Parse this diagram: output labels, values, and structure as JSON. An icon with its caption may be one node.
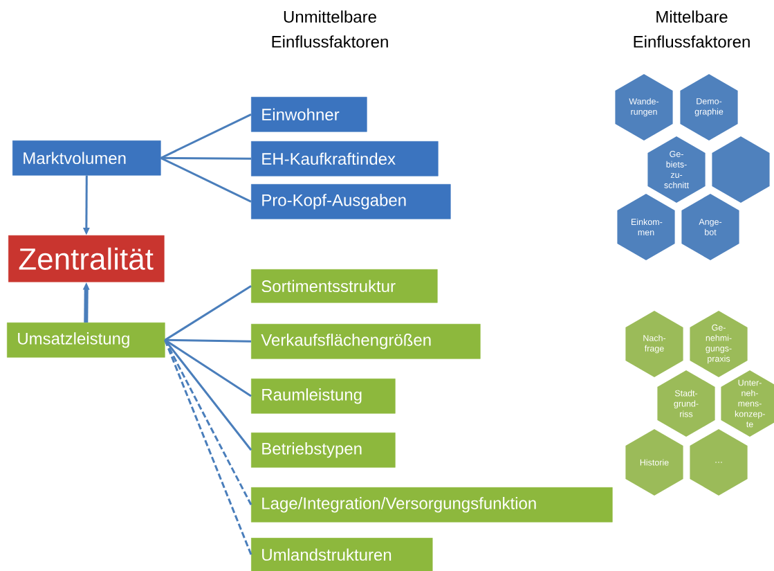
{
  "diagram": {
    "nodes": [
      {
        "text": [
          "Marktvolumen"
        ]
      },
      {
        "text": [
          "Einwohner"
        ]
      },
      {
        "text": [
          "EH-Kaufkraftindex"
        ]
      },
      {
        "text": [
          "Pro-Kopf-Ausgaben"
        ]
      },
      {
        "text": [
          "Zentralität"
        ]
      },
      {
        "text": [
          "Umsatzleistung"
        ]
      },
      {
        "text": [
          "Sortimentsstruktur"
        ]
      },
      {
        "text": [
          "Verkaufsflächengrößen"
        ]
      },
      {
        "text": [
          "Raumleistung"
        ]
      },
      {
        "text": [
          "Betriebstypen"
        ]
      },
      {
        "text": [
          "Lage/Integration/Versorgungsfunktion"
        ]
      },
      {
        "text": [
          "Umlandstrukturen"
        ]
      },
      {
        "text": [
          "Wande- rungen"
        ]
      },
      {
        "text": [
          "Demo- graphie"
        ]
      },
      {
        "text": [
          "Ge- biets- zu- schnitt"
        ]
      },
      {
        "text": [],
        "shape": "hexagon"
      },
      {
        "text": [
          "Einkom- men"
        ]
      },
      {
        "text": [
          "Ange- bot"
        ]
      },
      {
        "text": [
          "Nach- frage"
        ]
      },
      {
        "text": [
          "Ge- nehmi- gungs- praxis"
        ]
      },
      {
        "text": [
          "Stadt- grund- riss"
        ]
      },
      {
        "text": [
          "Unter- neh- mens- konzep- te"
        ]
      },
      {
        "text": [
          "Historie"
        ]
      },
      {
        "text": [
          "…"
        ]
      }
    ],
    "edges": [
      {
        "from": 0,
        "to": 1,
        "arrow": "none"
      },
      {
        "from": 0,
        "to": 2,
        "arrow": "none"
      },
      {
        "from": 0,
        "to": 3,
        "arrow": "none"
      },
      {
        "from": 0,
        "to": 4,
        "arrow": "to"
      },
      {
        "from": 5,
        "to": 4,
        "arrow": "to",
        "style": "thick"
      },
      {
        "from": 5,
        "to": 6,
        "arrow": "none"
      },
      {
        "from": 5,
        "to": 7,
        "arrow": "none"
      },
      {
        "from": 5,
        "to": 8,
        "arrow": "none"
      },
      {
        "from": 5,
        "to": 9,
        "arrow": "none"
      },
      {
        "from": 5,
        "to": 10,
        "arrow": "none",
        "style": "dashed"
      },
      {
        "from": 5,
        "to": 11,
        "arrow": "none",
        "style": "dashed"
      }
    ],
    "labels": [
      "Unmittelbare Einflussfaktoren",
      "Mittelbare Einflussfaktoren"
    ]
  }
}
